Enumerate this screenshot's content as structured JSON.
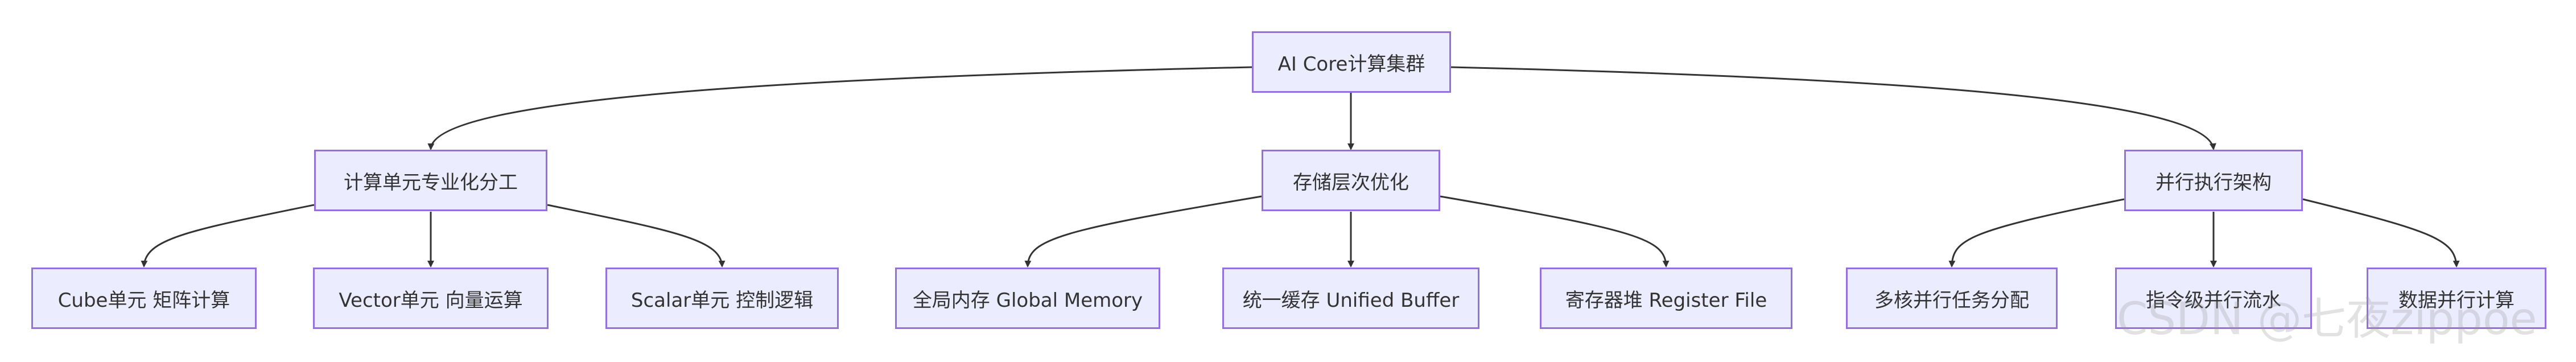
{
  "root": {
    "label": "AI Core计算集群"
  },
  "groups": [
    {
      "label": "计算单元专业化分工",
      "children": [
        "Cube单元 矩阵计算",
        "Vector单元 向量运算",
        "Scalar单元 控制逻辑"
      ]
    },
    {
      "label": "存储层次优化",
      "children": [
        "全局内存 Global Memory",
        "统一缓存 Unified Buffer",
        "寄存器堆 Register File"
      ]
    },
    {
      "label": "并行执行架构",
      "children": [
        "多核并行任务分配",
        "指令级并行流水",
        "数据并行计算"
      ]
    }
  ],
  "watermark": "CSDN @七夜zippoe",
  "colors": {
    "node_fill": "#ececff",
    "node_border": "#9370db",
    "edge": "#333333",
    "text": "#333333"
  }
}
